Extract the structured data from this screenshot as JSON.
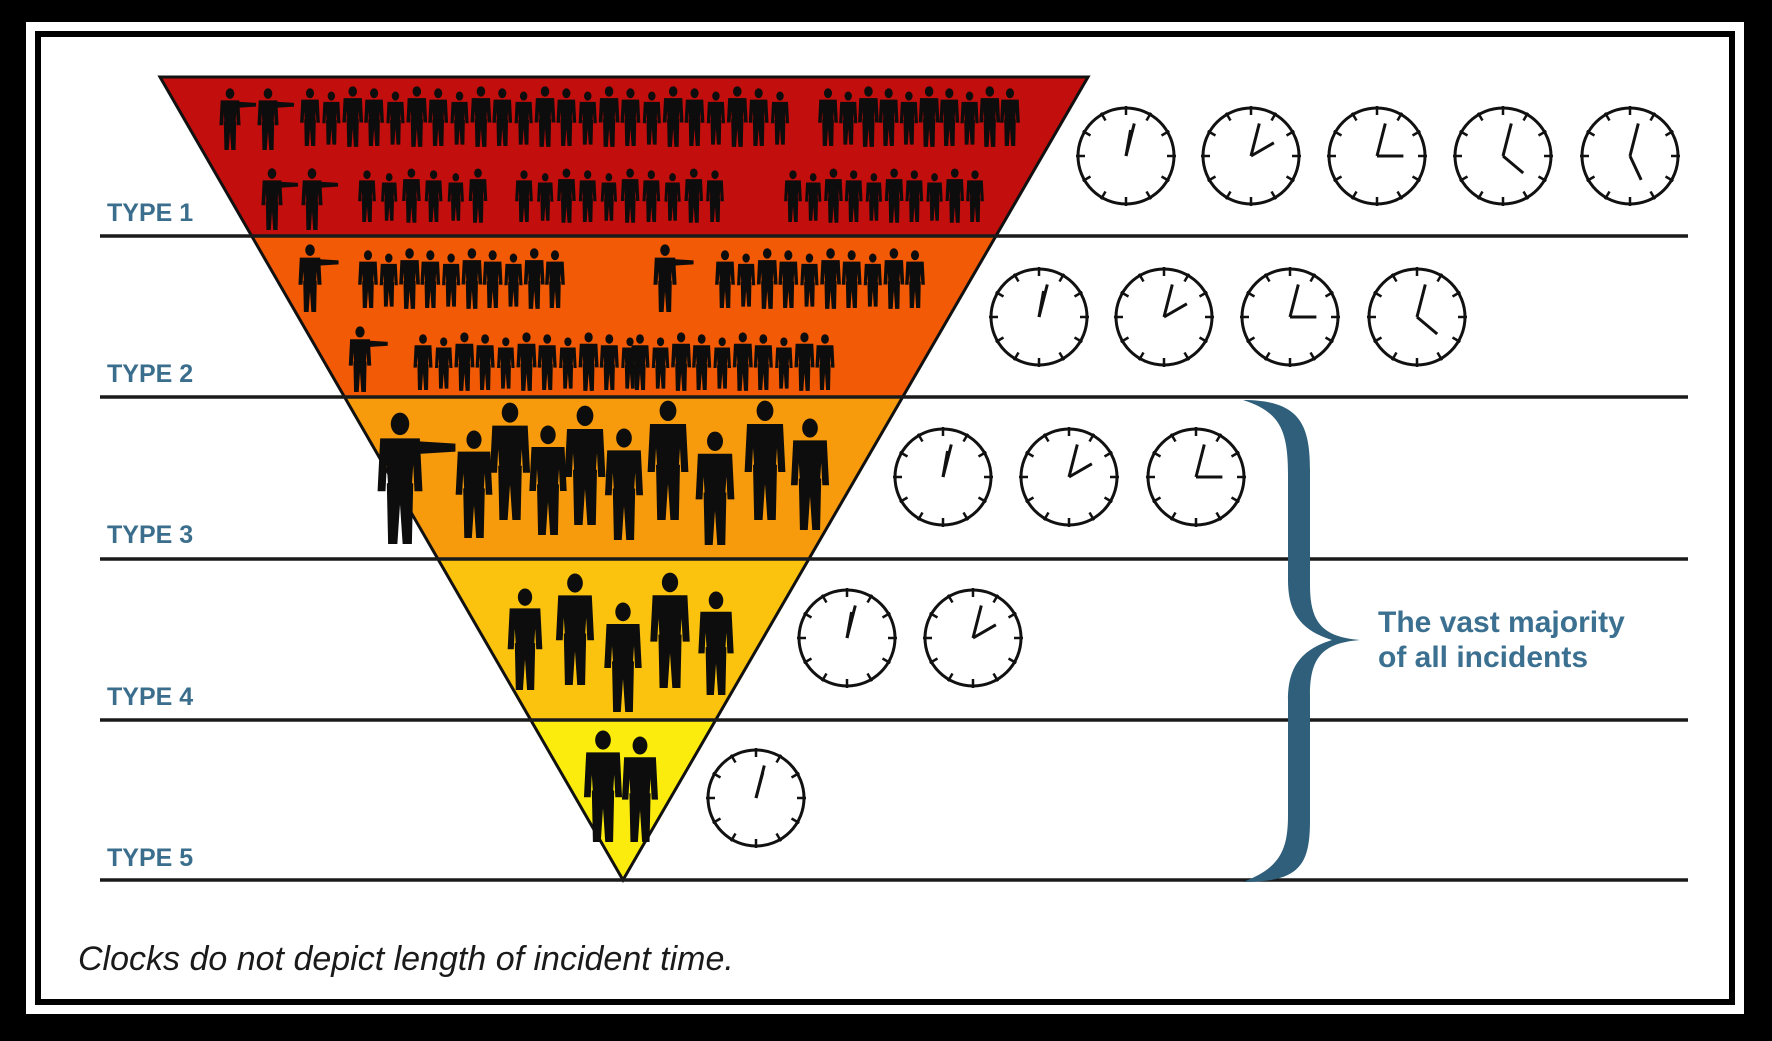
{
  "diagram": {
    "tiers": [
      {
        "label": "TYPE 1",
        "color": "#c20e0c",
        "clock_count": 5
      },
      {
        "label": "TYPE 2",
        "color": "#f25a05",
        "clock_count": 4
      },
      {
        "label": "TYPE 3",
        "color": "#f79a0c",
        "clock_count": 3
      },
      {
        "label": "TYPE 4",
        "color": "#fbc20e",
        "clock_count": 2
      },
      {
        "label": "TYPE 5",
        "color": "#fcec0e",
        "clock_count": 1
      }
    ],
    "brace_text_line1": "The vast majority",
    "brace_text_line2": "of all incidents",
    "caption": "Clocks do not depict length of incident time.",
    "colors": {
      "label": "#3a6e8c",
      "brace": "#2f5f7a",
      "brace_text": "#3b7090",
      "rule": "#1a1a1a",
      "silhouette": "#0d0d0d"
    }
  }
}
